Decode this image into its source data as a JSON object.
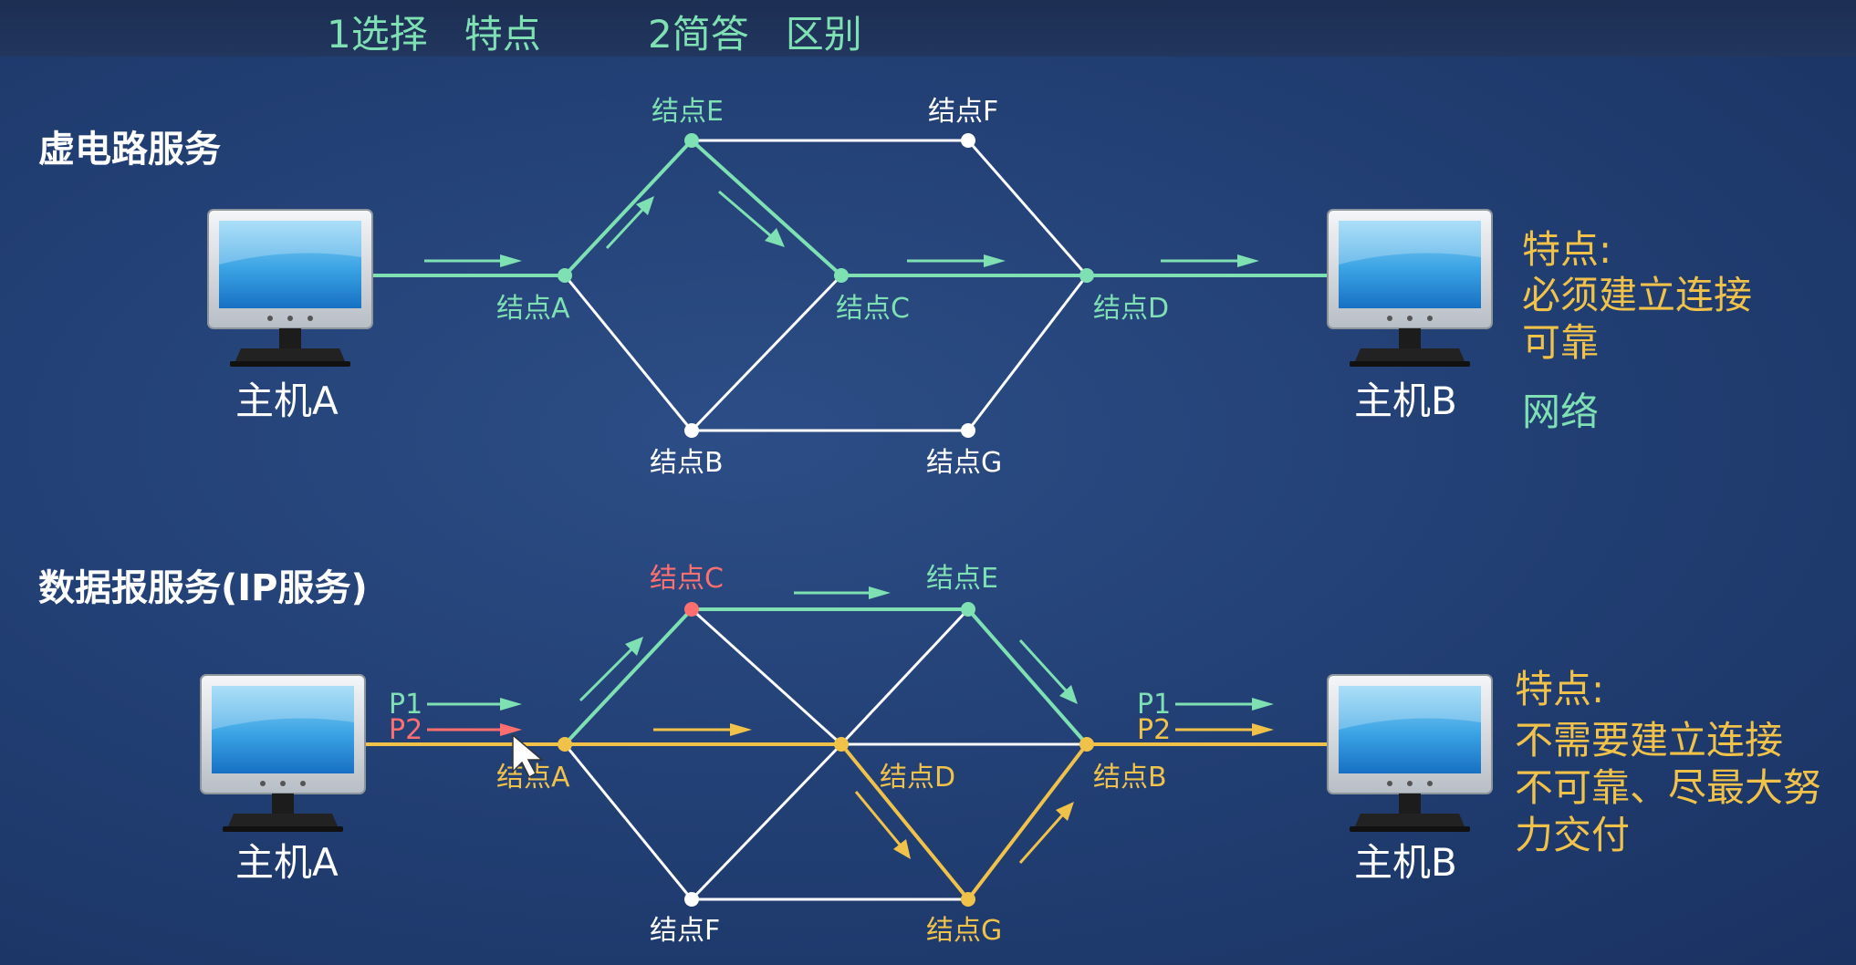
{
  "header": {
    "item1": "1选择   特点",
    "item2": "2简答   区别"
  },
  "colors": {
    "green": "#7fe0b4",
    "yellow": "#f0c24a",
    "red": "#ff6f6f",
    "white": "#ffffff",
    "bg": "#213e72"
  },
  "vc": {
    "title": "虚电路服务",
    "host_a": "主机A",
    "host_b": "主机B",
    "nodes": {
      "A": "结点A",
      "B": "结点B",
      "C": "结点C",
      "D": "结点D",
      "E": "结点E",
      "F": "结点F",
      "G": "结点G"
    },
    "features": {
      "heading": "特点:",
      "line1": "必须建立连接",
      "line2": "可靠",
      "line3": "网络"
    }
  },
  "dg": {
    "title": "数据报服务(IP服务)",
    "host_a": "主机A",
    "host_b": "主机B",
    "nodes": {
      "A": "结点A",
      "B": "结点B",
      "C": "结点C",
      "D": "结点D",
      "E": "结点E",
      "F": "结点F",
      "G": "结点G"
    },
    "packets": {
      "p1": "P1",
      "p2": "P2"
    },
    "features": {
      "heading": "特点:",
      "line1": "不需要建立连接",
      "line2": "不可靠、尽最大努",
      "line3": "力交付"
    }
  }
}
